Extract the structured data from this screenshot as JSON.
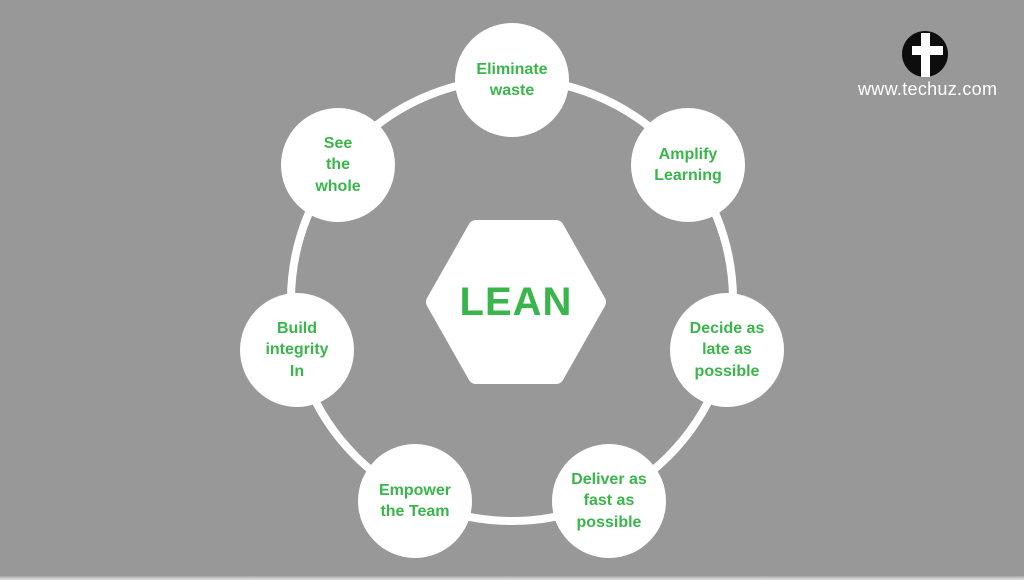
{
  "brand": {
    "logo_icon": "techuz-cross-logo-icon",
    "website": "www.techuz.com"
  },
  "diagram": {
    "center_label": "LEAN",
    "principles": [
      {
        "id": "eliminate-waste",
        "label": "Eliminate\nwaste"
      },
      {
        "id": "amplify-learning",
        "label": "Amplify\nLearning"
      },
      {
        "id": "decide-late",
        "label": "Decide as\nlate as\npossible"
      },
      {
        "id": "deliver-fast",
        "label": "Deliver as\nfast as\npossible"
      },
      {
        "id": "empower-team",
        "label": "Empower\nthe Team"
      },
      {
        "id": "build-integrity",
        "label": "Build\nintegrity\nIn"
      },
      {
        "id": "see-whole",
        "label": "See\nthe\nwhole"
      }
    ],
    "colors": {
      "accent_green": "#3ab54b",
      "background_gray": "#989898",
      "node_fill": "#ffffff",
      "ring_stroke": "#ffffff",
      "logo_black": "#0d0d0d",
      "website_text": "#ffffff"
    }
  }
}
